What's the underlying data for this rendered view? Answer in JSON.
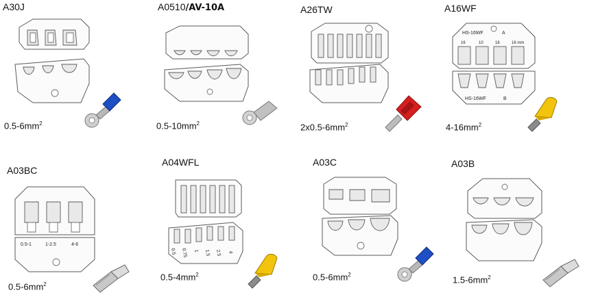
{
  "items": [
    {
      "model": "A30J",
      "model_suffix": "",
      "range_prefix": "0.5-6mm",
      "range_sup": "2",
      "terminal": "ring-insulated-blue"
    },
    {
      "model": "A0510",
      "model_suffix": "/AV-10A",
      "range_prefix": "0.5-10mm",
      "range_sup": "2",
      "terminal": "ring-uninsulated"
    },
    {
      "model": "A26TW",
      "model_suffix": "",
      "range_prefix": "2x0.5-6mm",
      "range_sup": "2",
      "terminal": "twin-ferrule-red"
    },
    {
      "model": "A16WF",
      "model_suffix": "",
      "range_prefix": "4-16mm",
      "range_sup": "2",
      "terminal": "ferrule-yellow"
    },
    {
      "model": "A03BC",
      "model_suffix": "",
      "range_prefix": "0.5-6mm",
      "range_sup": "2",
      "terminal": "flag-receptacle"
    },
    {
      "model": "A04WFL",
      "model_suffix": "",
      "range_prefix": "0.5-4mm",
      "range_sup": "2",
      "terminal": "ferrule-yellow"
    },
    {
      "model": "A03C",
      "model_suffix": "",
      "range_prefix": "0.5-6mm",
      "range_sup": "2",
      "terminal": "ring-insulated-blue"
    },
    {
      "model": "A03B",
      "model_suffix": "",
      "range_prefix": "1.5-6mm",
      "range_sup": "2",
      "terminal": "flag-receptacle"
    }
  ],
  "die_labels": {
    "a16wf_top": "HS-16WF",
    "a16wf_top_letter": "A",
    "a16wf_sizes": [
      "16",
      "10",
      "16",
      "16 mm"
    ],
    "a16wf_bottom": "HS-16WF",
    "a16wf_bottom_letter": "B",
    "a03bc_sizes": [
      "0.5-1",
      "1-2.5",
      "4-6"
    ],
    "a04wfl_sizes": [
      "0.5",
      "0.75",
      "1",
      "1.5",
      "2.5",
      "4"
    ]
  },
  "colors": {
    "blue_insulation": "#1f4fc4",
    "red_insulation": "#d61f1f",
    "yellow_insulation": "#f2c40c",
    "metal": "#b8b8b8",
    "line": "#5a5a5a"
  }
}
